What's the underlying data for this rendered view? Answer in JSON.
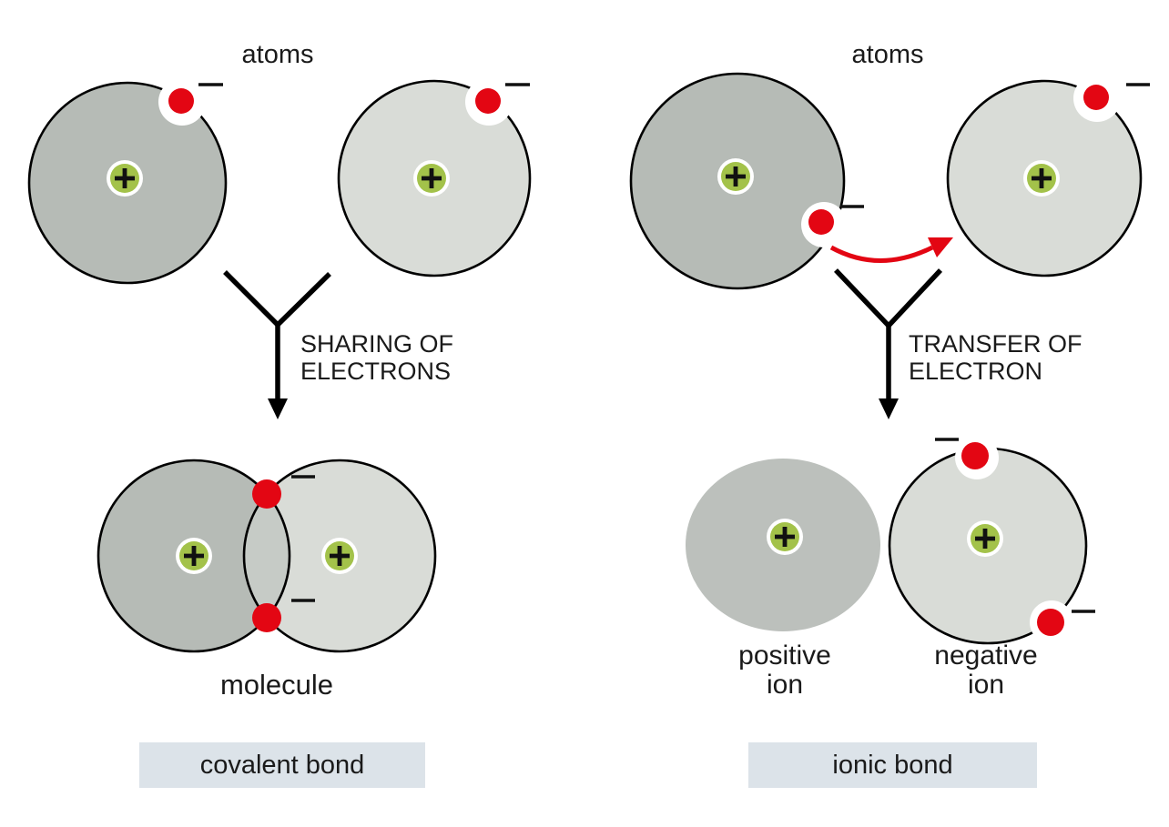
{
  "colors": {
    "background": "#ffffff",
    "atom_dark_gray": "#b6bbb6",
    "atom_light_gray": "#d9dcd7",
    "positive_ion_gray": "#bcc0bc",
    "overlap_gray": "#c6cbc6",
    "nucleus_green": "#a3c24a",
    "electron_red": "#e30613",
    "transfer_arrow_red": "#e30613",
    "bond_box_blue_gray": "#dce3e9",
    "outline_black": "#000000",
    "text": "#1a1a1a"
  },
  "symbols": {
    "nucleus_charge": "+",
    "electron_charge": "−"
  },
  "left_panel": {
    "title": "atoms",
    "process_arrow_label": {
      "line1": "SHARING OF",
      "line2": "ELECTRONS"
    },
    "result_label": "molecule",
    "bond_label": "covalent bond"
  },
  "right_panel": {
    "title": "atoms",
    "process_arrow_label": {
      "line1": "TRANSFER OF",
      "line2": "ELECTRON"
    },
    "positive_ion_label": {
      "line1": "positive",
      "line2": "ion"
    },
    "negative_ion_label": {
      "line1": "negative",
      "line2": "ion"
    },
    "bond_label": "ionic bond"
  }
}
